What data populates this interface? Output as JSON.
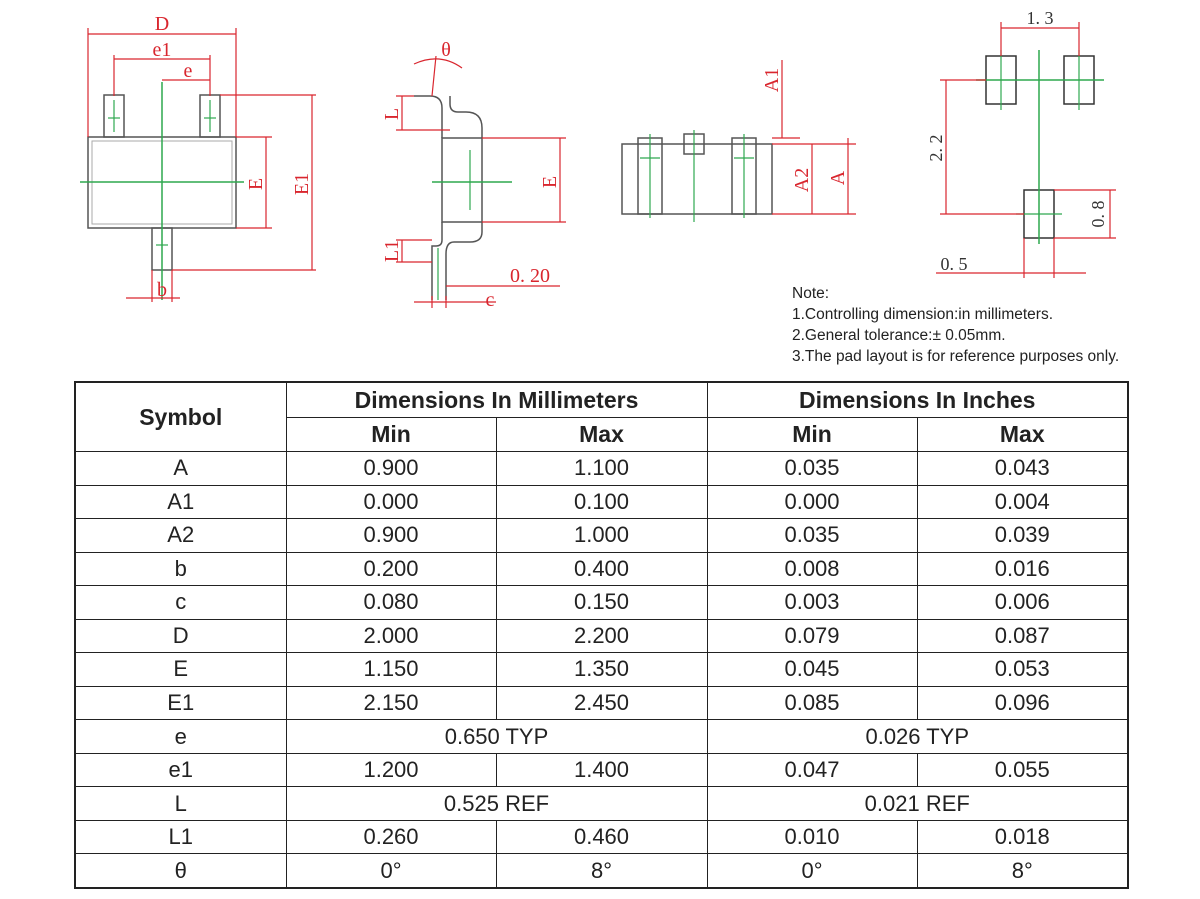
{
  "drawing_labels": {
    "top_view": {
      "D": "D",
      "e1": "e1",
      "e": "e",
      "E": "E",
      "E1": "E1",
      "b": "b"
    },
    "side_view": {
      "theta": "θ",
      "L": "L",
      "E": "E",
      "L1": "L1",
      "gauge": "0. 20",
      "c": "c"
    },
    "end_view": {
      "A1": "A1",
      "A2": "A2",
      "A": "A"
    },
    "pad_layout": {
      "pitch": "1. 3",
      "height": "2. 2",
      "pad_h": "0. 8",
      "pad_w": "0. 5"
    }
  },
  "notes": {
    "title": "Note:",
    "items": [
      "1.Controlling dimension:in millimeters.",
      "2.General tolerance:± 0.05mm.",
      "3.The pad layout is for reference purposes only."
    ]
  },
  "table": {
    "symbol_header": "Symbol",
    "mm_header": "Dimensions In Millimeters",
    "in_header": "Dimensions In Inches",
    "min_label": "Min",
    "max_label": "Max",
    "rows": [
      {
        "symbol": "A",
        "mm_min": "0.900",
        "mm_max": "1.100",
        "in_min": "0.035",
        "in_max": "0.043"
      },
      {
        "symbol": "A1",
        "mm_min": "0.000",
        "mm_max": "0.100",
        "in_min": "0.000",
        "in_max": "0.004"
      },
      {
        "symbol": "A2",
        "mm_min": "0.900",
        "mm_max": "1.000",
        "in_min": "0.035",
        "in_max": "0.039"
      },
      {
        "symbol": "b",
        "mm_min": "0.200",
        "mm_max": "0.400",
        "in_min": "0.008",
        "in_max": "0.016"
      },
      {
        "symbol": "c",
        "mm_min": "0.080",
        "mm_max": "0.150",
        "in_min": "0.003",
        "in_max": "0.006"
      },
      {
        "symbol": "D",
        "mm_min": "2.000",
        "mm_max": "2.200",
        "in_min": "0.079",
        "in_max": "0.087"
      },
      {
        "symbol": "E",
        "mm_min": "1.150",
        "mm_max": "1.350",
        "in_min": "0.045",
        "in_max": "0.053"
      },
      {
        "symbol": "E1",
        "mm_min": "2.150",
        "mm_max": "2.450",
        "in_min": "0.085",
        "in_max": "0.096"
      },
      {
        "symbol": "e",
        "mm_span": "0.650 TYP",
        "in_span": "0.026 TYP"
      },
      {
        "symbol": "e1",
        "mm_min": "1.200",
        "mm_max": "1.400",
        "in_min": "0.047",
        "in_max": "0.055"
      },
      {
        "symbol": "L",
        "mm_span": "0.525 REF",
        "in_span": "0.021 REF"
      },
      {
        "symbol": "L1",
        "mm_min": "0.260",
        "mm_max": "0.460",
        "in_min": "0.010",
        "in_max": "0.018"
      },
      {
        "symbol": "θ",
        "mm_min": "0°",
        "mm_max": "8°",
        "in_min": "0°",
        "in_max": "8°"
      }
    ]
  },
  "colors": {
    "dimension": "#d9262e",
    "centerline": "#2fa84f",
    "outline": "#444444"
  }
}
